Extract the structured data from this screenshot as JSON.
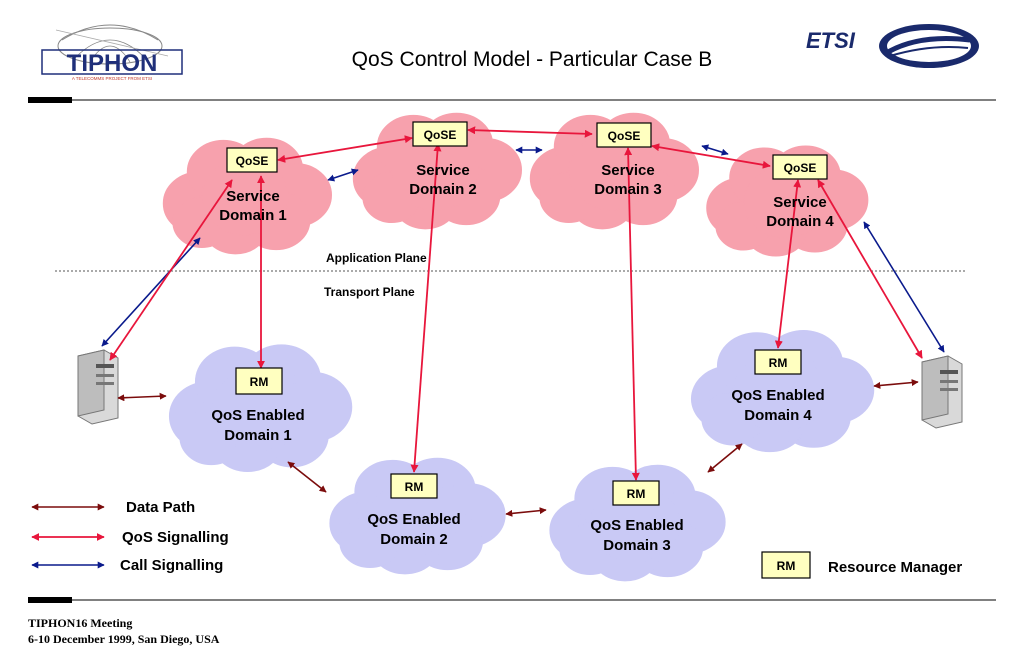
{
  "header": {
    "title": "QoS Control Model - Particular Case B",
    "tiphon_logo_text": "TIPHON",
    "tiphon_logo_subtitle": "A TELECOMMS PROJECT FROM ETSI",
    "etsi_logo_text": "ETSI"
  },
  "planes": {
    "application": "Application Plane",
    "transport": "Transport Plane"
  },
  "service_domains": [
    {
      "line1": "Service",
      "line2": "Domain 1",
      "box": "QoSE"
    },
    {
      "line1": "Service",
      "line2": "Domain 2",
      "box": "QoSE"
    },
    {
      "line1": "Service",
      "line2": "Domain 3",
      "box": "QoSE"
    },
    {
      "line1": "Service",
      "line2": "Domain 4",
      "box": "QoSE"
    }
  ],
  "qos_domains": [
    {
      "line1": "QoS Enabled",
      "line2": "Domain 1",
      "box": "RM"
    },
    {
      "line1": "QoS Enabled",
      "line2": "Domain 2",
      "box": "RM"
    },
    {
      "line1": "QoS Enabled",
      "line2": "Domain 3",
      "box": "RM"
    },
    {
      "line1": "QoS Enabled",
      "line2": "Domain 4",
      "box": "RM"
    }
  ],
  "legend": {
    "data_path": "Data Path",
    "qos_signalling": "QoS Signalling",
    "call_signalling": "Call Signalling",
    "rm_box": "RM",
    "rm_label": "Resource Manager"
  },
  "footer": {
    "line1": "TIPHON16 Meeting",
    "line2": "6-10  December 1999,  San Diego, USA"
  },
  "colors": {
    "service_cloud": "#f7a1ad",
    "qos_cloud": "#c9c9f5",
    "box_fill": "#ffffc0",
    "data_path": "#7b0c0c",
    "qos_signalling": "#e8163c",
    "call_signalling": "#0a1a8c"
  }
}
